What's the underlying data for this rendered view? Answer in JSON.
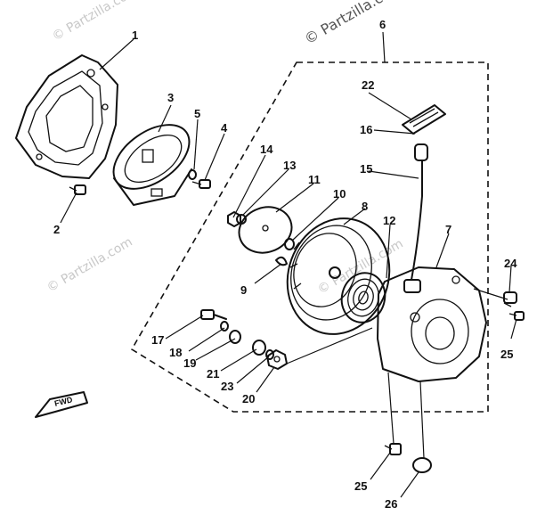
{
  "watermarks": {
    "top_left": "© Partzilla.com",
    "top_right": "© Partzilla.com",
    "mid_left": "© Partzilla.com",
    "mid_center": "© Partzilla.com"
  },
  "direction_marker": "FWD",
  "callouts": [
    "1",
    "2",
    "3",
    "4",
    "5",
    "6",
    "7",
    "8",
    "9",
    "10",
    "11",
    "12",
    "13",
    "14",
    "15",
    "16",
    "17",
    "18",
    "19",
    "20",
    "21",
    "22",
    "23",
    "24",
    "25",
    "25",
    "26"
  ]
}
